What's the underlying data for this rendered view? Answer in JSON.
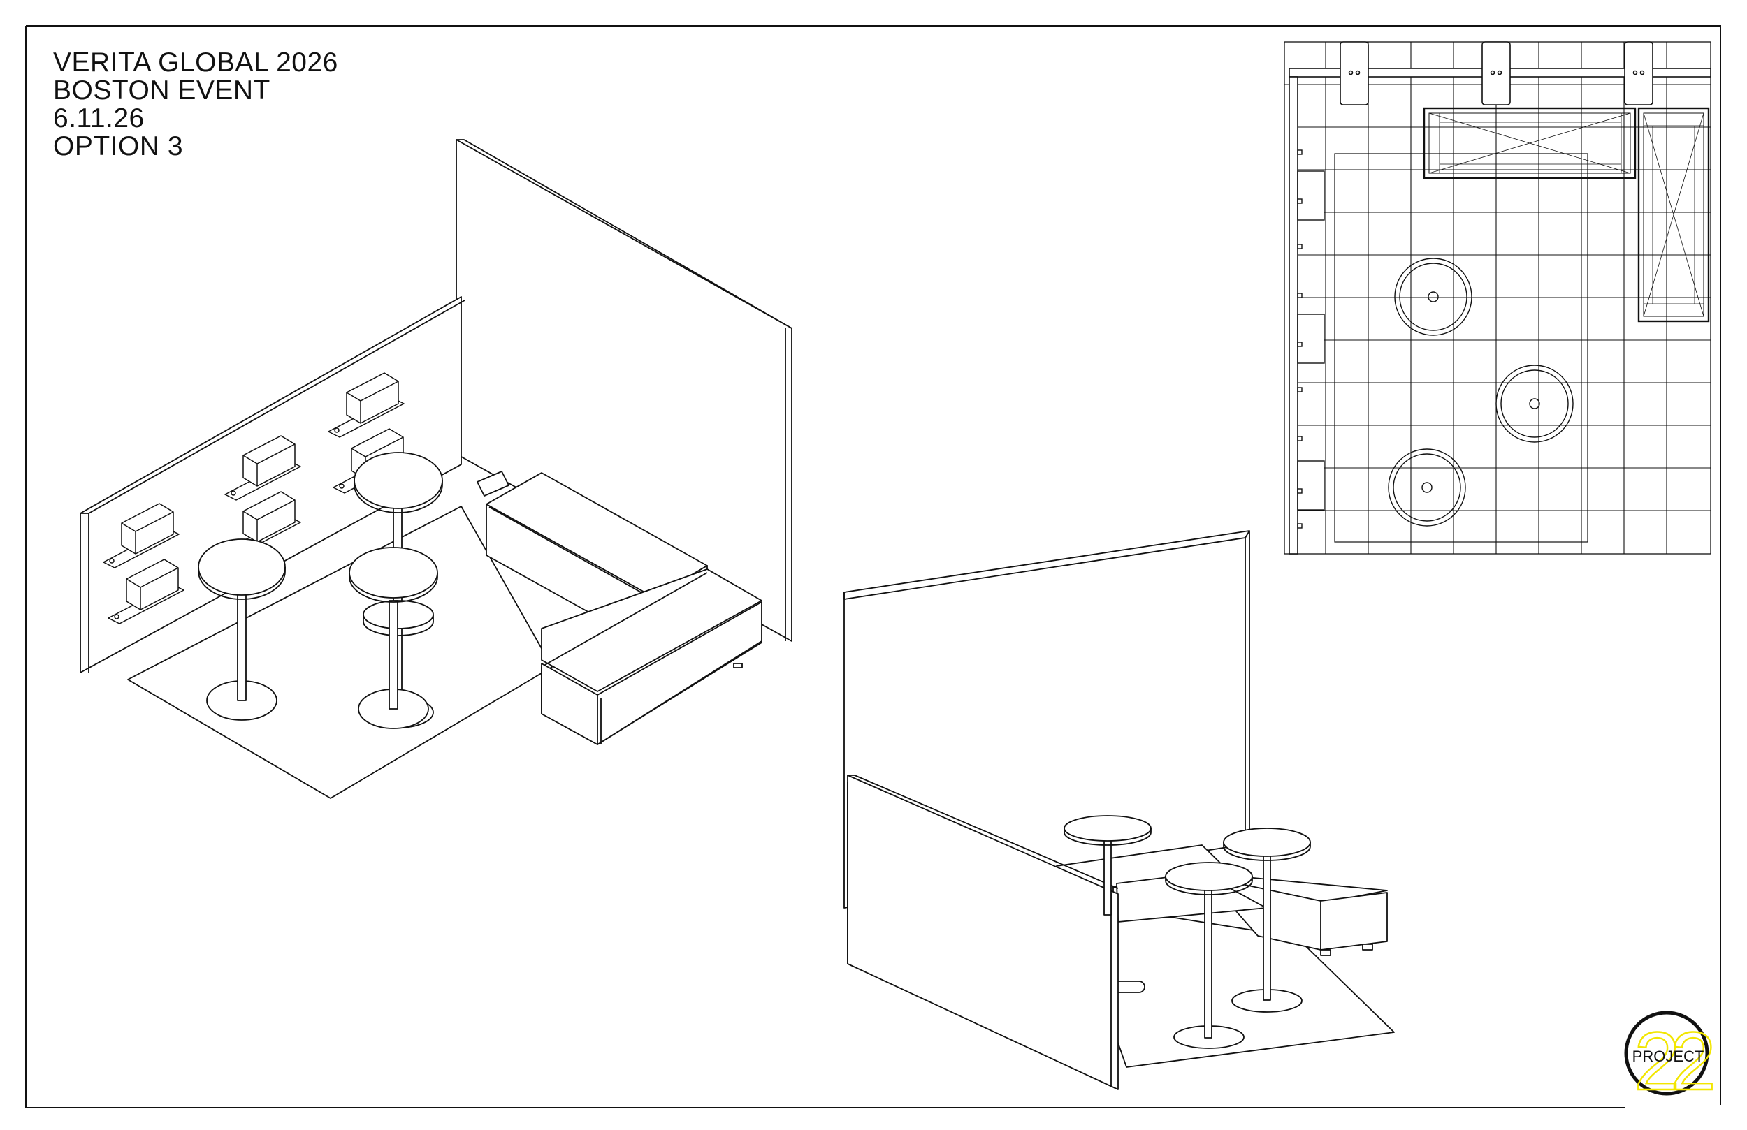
{
  "title_block": {
    "line1": "VERITA GLOBAL 2026",
    "line2": "BOSTON EVENT",
    "line3": "6.11.26",
    "line4": "OPTION 3"
  },
  "logo": {
    "word": "PROJECT",
    "number": "22",
    "accent_color": "#f2e600"
  },
  "colors": {
    "ink": "#111111",
    "paper": "#ffffff"
  }
}
